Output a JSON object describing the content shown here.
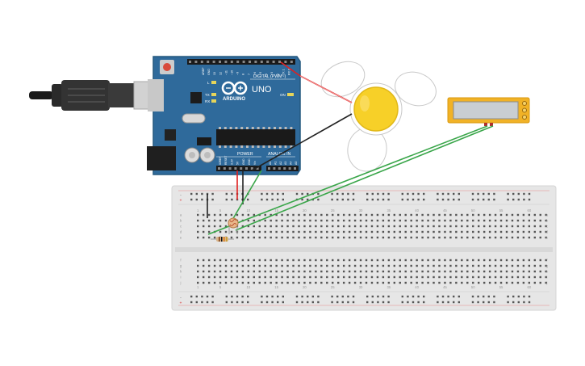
{
  "arduino": {
    "brand": "ARDUINO",
    "model": "UNO",
    "digital_header": "DIGITAL (PWM~)",
    "power_header": "POWER",
    "analog_header": "ANALOG IN",
    "led_labels": [
      "L",
      "TX",
      "RX"
    ],
    "on_label": "ON",
    "digital_pins": [
      "AREF",
      "GND",
      "13",
      "12",
      "~11",
      "~10",
      "~9",
      "8",
      "7",
      "~6",
      "~5",
      "4",
      "~3",
      "2",
      "TX 1",
      "RX 0"
    ],
    "power_pins": [
      "IOREF",
      "RESET",
      "3.3V",
      "5V",
      "GND",
      "GND",
      "Vin"
    ],
    "analog_pins": [
      "A0",
      "A1",
      "A2",
      "A3",
      "A4",
      "A5"
    ],
    "colors": {
      "board": "#2f6a9b",
      "board_dark": "#24587f"
    }
  },
  "breadboard": {
    "col_numbers_top": [
      "1",
      "5",
      "10",
      "15",
      "20",
      "25",
      "30",
      "35",
      "40",
      "45",
      "50",
      "55",
      "60"
    ],
    "col_numbers_bottom": [
      "1",
      "5",
      "10",
      "15",
      "20",
      "25",
      "30",
      "35",
      "40",
      "45",
      "50",
      "55",
      "60"
    ],
    "rows_top": [
      "a",
      "b",
      "c",
      "d",
      "e"
    ],
    "rows_bottom": [
      "f",
      "g",
      "h",
      "i",
      "j"
    ],
    "rail_signs": [
      "-",
      "+",
      "-",
      "+"
    ]
  },
  "components": {
    "fan": "dc-motor-fan",
    "lcd": "small-lcd-display",
    "photoresistor": "photoresistor",
    "resistor": "resistor"
  },
  "colors": {
    "wire_red": "#e02020",
    "wire_black": "#222222",
    "wire_green": "#3aa64a",
    "motor_yellow": "#f7d028",
    "lcd_frame": "#f1b226",
    "lcd_screen": "#c9ced2",
    "breadboard": "#e6e6e6"
  }
}
